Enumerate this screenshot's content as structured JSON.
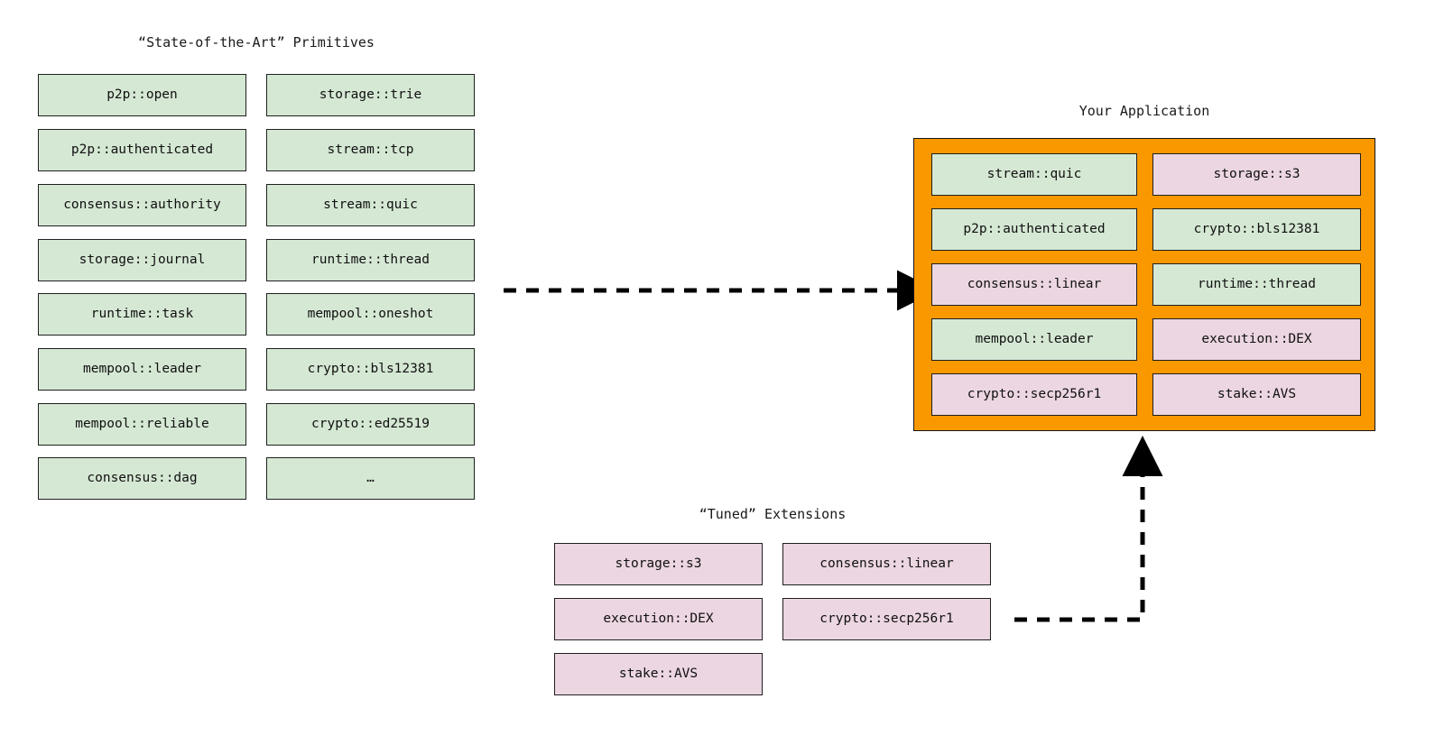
{
  "diagram": {
    "title_primitives": "“State-of-the-Art” Primitives",
    "title_application": "Your Application",
    "title_extensions": "“Tuned” Extensions",
    "colors": {
      "primitive_fill": "#d5e8d4",
      "extension_fill": "#ecd6e2",
      "application_fill": "#fa9800",
      "border": "#1f1f1f",
      "arrow": "#000000"
    }
  },
  "primitives": {
    "column_left": [
      "p2p::open",
      "p2p::authenticated",
      "consensus::authority",
      "storage::journal",
      "runtime::task",
      "mempool::leader",
      "mempool::reliable",
      "consensus::dag"
    ],
    "column_right": [
      "storage::trie",
      "stream::tcp",
      "stream::quic",
      "runtime::thread",
      "mempool::oneshot",
      "crypto::bls12381",
      "crypto::ed25519",
      "…"
    ]
  },
  "application": {
    "column_left": [
      {
        "label": "stream::quic",
        "kind": "primitive"
      },
      {
        "label": "p2p::authenticated",
        "kind": "primitive"
      },
      {
        "label": "consensus::linear",
        "kind": "extension"
      },
      {
        "label": "mempool::leader",
        "kind": "primitive"
      },
      {
        "label": "crypto::secp256r1",
        "kind": "extension"
      }
    ],
    "column_right": [
      {
        "label": "storage::s3",
        "kind": "extension"
      },
      {
        "label": "crypto::bls12381",
        "kind": "primitive"
      },
      {
        "label": "runtime::thread",
        "kind": "primitive"
      },
      {
        "label": "execution::DEX",
        "kind": "extension"
      },
      {
        "label": "stake::AVS",
        "kind": "extension"
      }
    ]
  },
  "extensions": {
    "column_left": [
      "storage::s3",
      "execution::DEX",
      "stake::AVS"
    ],
    "column_right": [
      "consensus::linear",
      "crypto::secp256r1"
    ]
  },
  "arrows": [
    {
      "name": "primitives-to-application",
      "style": "dashed",
      "direction": "right"
    },
    {
      "name": "extensions-to-application",
      "style": "dashed",
      "direction": "up"
    }
  ]
}
